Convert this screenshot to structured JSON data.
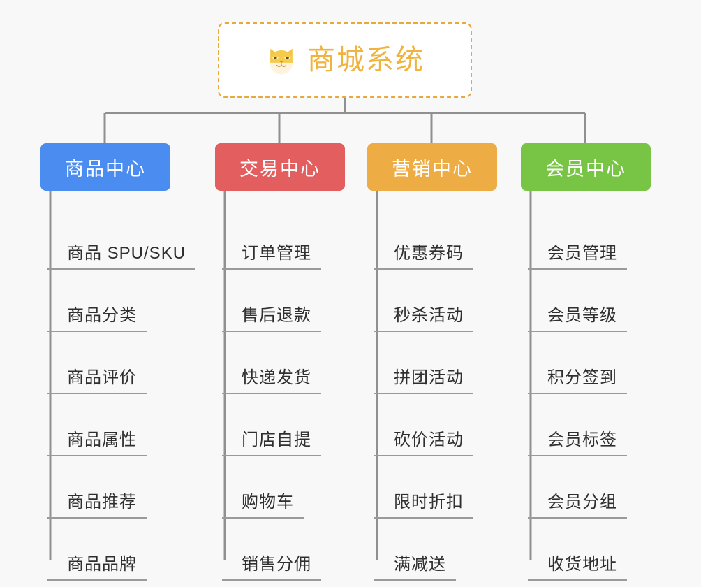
{
  "root": {
    "title": "商城系统",
    "icon": "shiba-dog-face-emoji",
    "border_color": "#e9a83c",
    "title_color": "#f0b33d"
  },
  "page": {
    "background_color": "#f8f8f8",
    "connector_color": "#909090"
  },
  "branches": [
    {
      "label": "商品中心",
      "color": "#4a8cf0",
      "leaves": [
        "商品 SPU/SKU",
        "商品分类",
        "商品评价",
        "商品属性",
        "商品推荐",
        "商品品牌"
      ]
    },
    {
      "label": "交易中心",
      "color": "#e35e5e",
      "leaves": [
        "订单管理",
        "售后退款",
        "快递发货",
        "门店自提",
        "购物车",
        "销售分佣"
      ]
    },
    {
      "label": "营销中心",
      "color": "#eeac44",
      "leaves": [
        "优惠券码",
        "秒杀活动",
        "拼团活动",
        "砍价活动",
        "限时折扣",
        "满减送"
      ]
    },
    {
      "label": "会员中心",
      "color": "#78c445",
      "leaves": [
        "会员管理",
        "会员等级",
        "积分签到",
        "会员标签",
        "会员分组",
        "收货地址"
      ]
    }
  ]
}
